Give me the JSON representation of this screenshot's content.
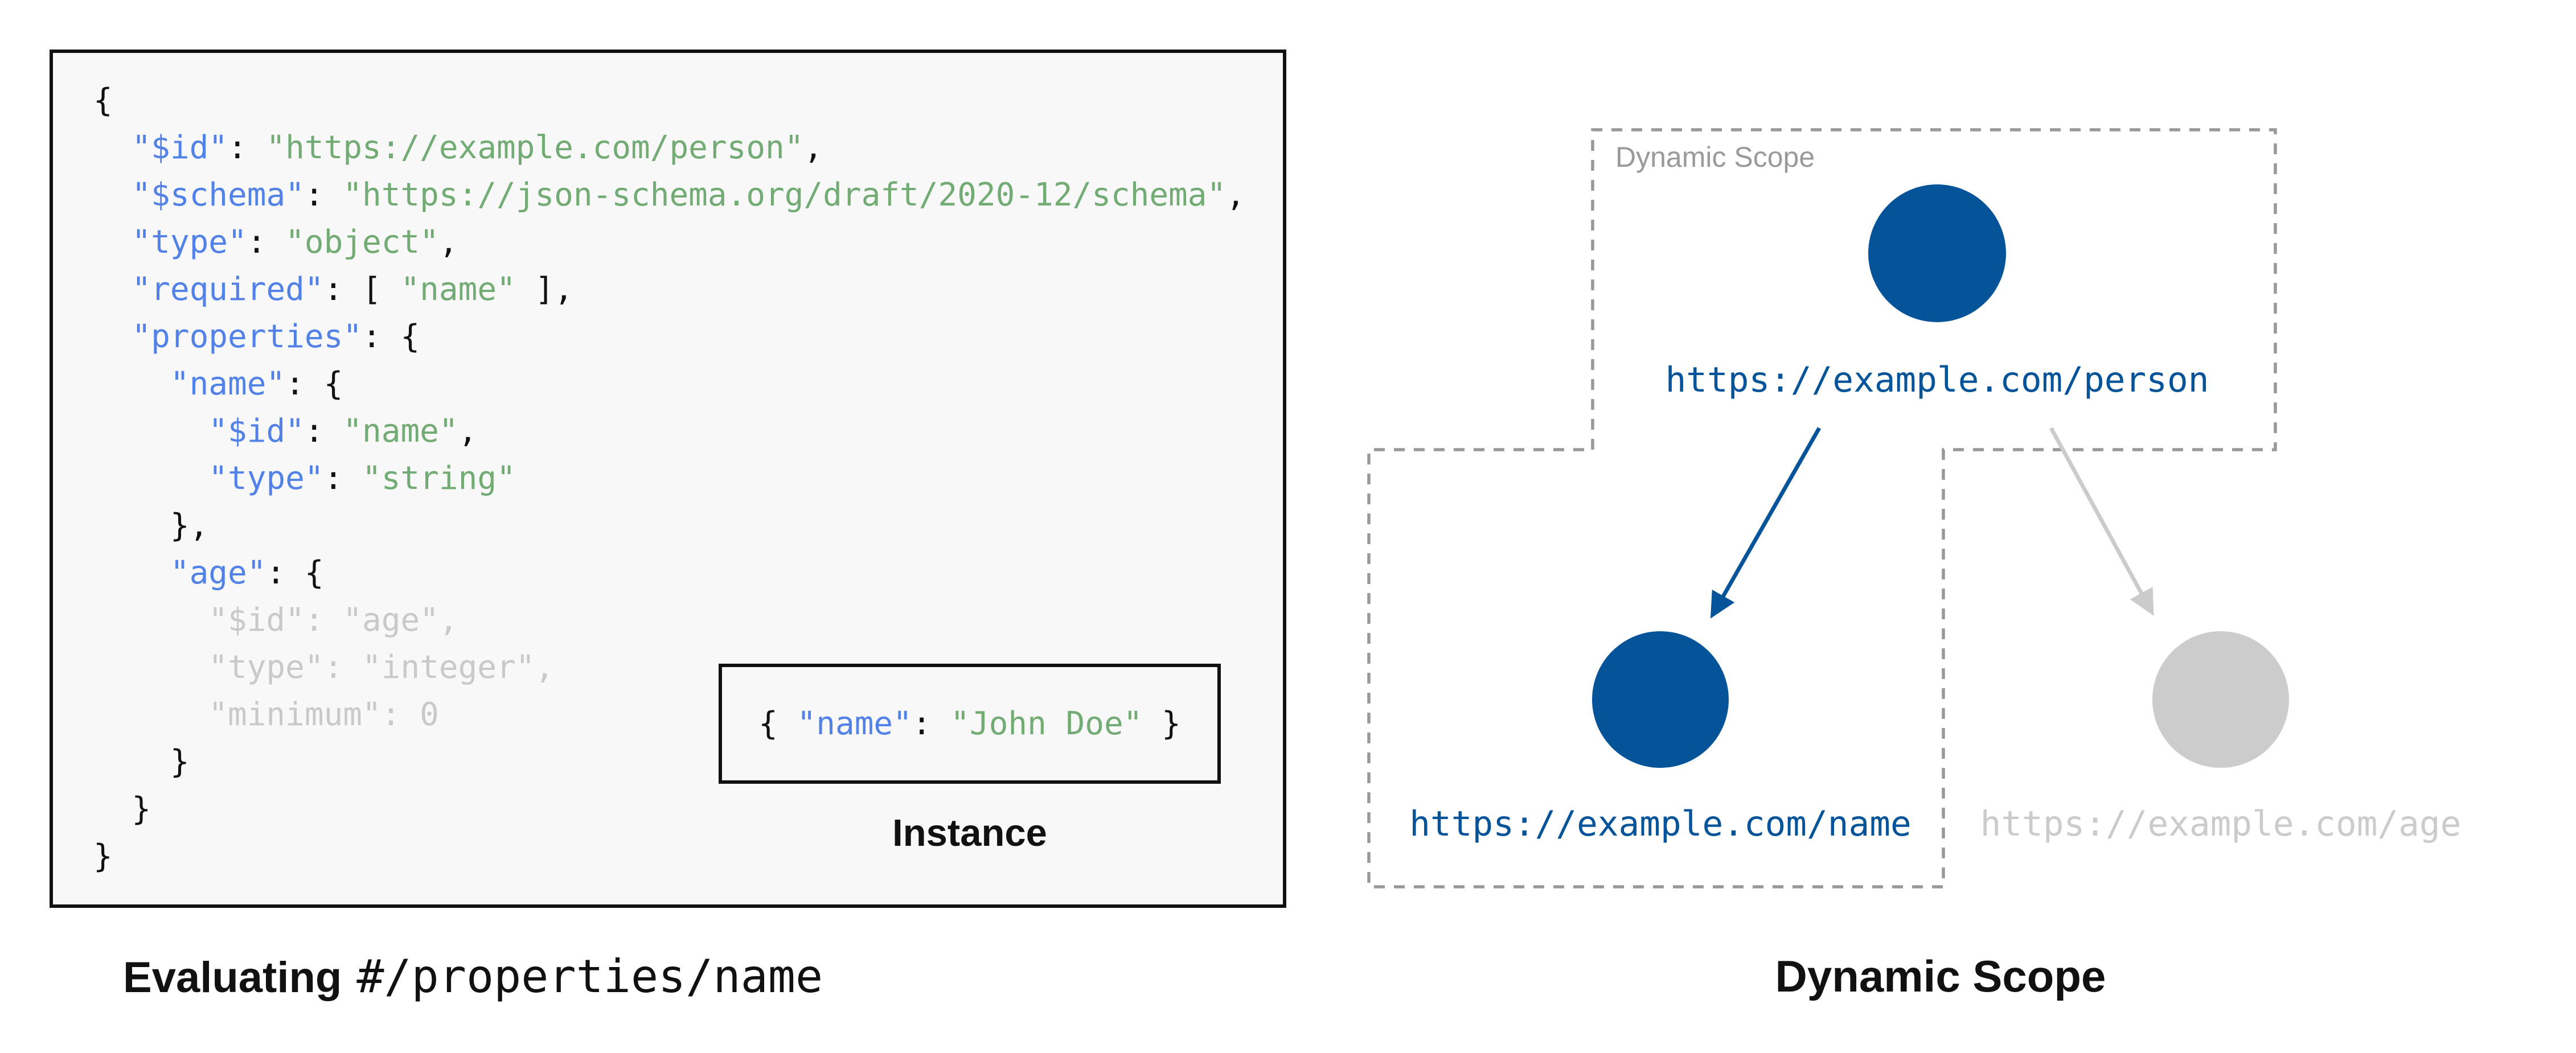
{
  "schema_panel": {
    "code_lines": [
      [
        {
          "t": "{",
          "c": "p"
        }
      ],
      [
        {
          "t": "  ",
          "c": "p"
        },
        {
          "t": "\"$id\"",
          "c": "k"
        },
        {
          "t": ": ",
          "c": "p"
        },
        {
          "t": "\"https://example.com/person\"",
          "c": "s"
        },
        {
          "t": ",",
          "c": "p"
        }
      ],
      [
        {
          "t": "  ",
          "c": "p"
        },
        {
          "t": "\"$schema\"",
          "c": "k"
        },
        {
          "t": ": ",
          "c": "p"
        },
        {
          "t": "\"https://json-schema.org/draft/2020-12/schema\"",
          "c": "s"
        },
        {
          "t": ",",
          "c": "p"
        }
      ],
      [
        {
          "t": "  ",
          "c": "p"
        },
        {
          "t": "\"type\"",
          "c": "k"
        },
        {
          "t": ": ",
          "c": "p"
        },
        {
          "t": "\"object\"",
          "c": "s"
        },
        {
          "t": ",",
          "c": "p"
        }
      ],
      [
        {
          "t": "  ",
          "c": "p"
        },
        {
          "t": "\"required\"",
          "c": "k"
        },
        {
          "t": ": [ ",
          "c": "p"
        },
        {
          "t": "\"name\"",
          "c": "s"
        },
        {
          "t": " ],",
          "c": "p"
        }
      ],
      [
        {
          "t": "  ",
          "c": "p"
        },
        {
          "t": "\"properties\"",
          "c": "k"
        },
        {
          "t": ": {",
          "c": "p"
        }
      ],
      [
        {
          "t": "    ",
          "c": "p"
        },
        {
          "t": "\"name\"",
          "c": "k"
        },
        {
          "t": ": {",
          "c": "p"
        }
      ],
      [
        {
          "t": "      ",
          "c": "p"
        },
        {
          "t": "\"$id\"",
          "c": "k"
        },
        {
          "t": ": ",
          "c": "p"
        },
        {
          "t": "\"name\"",
          "c": "s"
        },
        {
          "t": ",",
          "c": "p"
        }
      ],
      [
        {
          "t": "      ",
          "c": "p"
        },
        {
          "t": "\"type\"",
          "c": "k"
        },
        {
          "t": ": ",
          "c": "p"
        },
        {
          "t": "\"string\"",
          "c": "s"
        }
      ],
      [
        {
          "t": "    },",
          "c": "p"
        }
      ],
      [
        {
          "t": "    ",
          "c": "p"
        },
        {
          "t": "\"age\"",
          "c": "k"
        },
        {
          "t": ": {",
          "c": "p"
        }
      ],
      [
        {
          "t": "      \"$id\": \"age\",",
          "c": "d"
        }
      ],
      [
        {
          "t": "      \"type\": \"integer\",",
          "c": "d"
        }
      ],
      [
        {
          "t": "      \"minimum\": 0",
          "c": "d"
        }
      ],
      [
        {
          "t": "    }",
          "c": "p"
        }
      ],
      [
        {
          "t": "  }",
          "c": "p"
        }
      ],
      [
        {
          "t": "}",
          "c": "p"
        }
      ]
    ],
    "instance": {
      "tokens": [
        {
          "t": "{ ",
          "c": "p"
        },
        {
          "t": "\"name\"",
          "c": "k"
        },
        {
          "t": ": ",
          "c": "p"
        },
        {
          "t": "\"John Doe\"",
          "c": "s"
        },
        {
          "t": " }",
          "c": "p"
        }
      ],
      "label": "Instance"
    },
    "caption": {
      "bold": "Evaluating",
      "path": "#/properties/name"
    }
  },
  "diagram": {
    "scope_label": "Dynamic Scope",
    "nodes": [
      {
        "id": "person",
        "url": "https://example.com/person",
        "state": "active"
      },
      {
        "id": "name",
        "url": "https://example.com/name",
        "state": "active"
      },
      {
        "id": "age",
        "url": "https://example.com/age",
        "state": "inactive"
      }
    ],
    "caption": "Dynamic Scope"
  },
  "colors": {
    "ink": "#111111",
    "code_background": "#f8f8f8",
    "key_blue": "#5282e8",
    "string_green": "#72ac74",
    "muted_code_gray": "#c9c9c9",
    "scope_navy": "#05549a",
    "inactive_gray": "#cccccc",
    "inactive_text_gray": "#cbcbcb",
    "dash_gray": "#999999",
    "scope_label_gray": "#9a9a9a"
  }
}
